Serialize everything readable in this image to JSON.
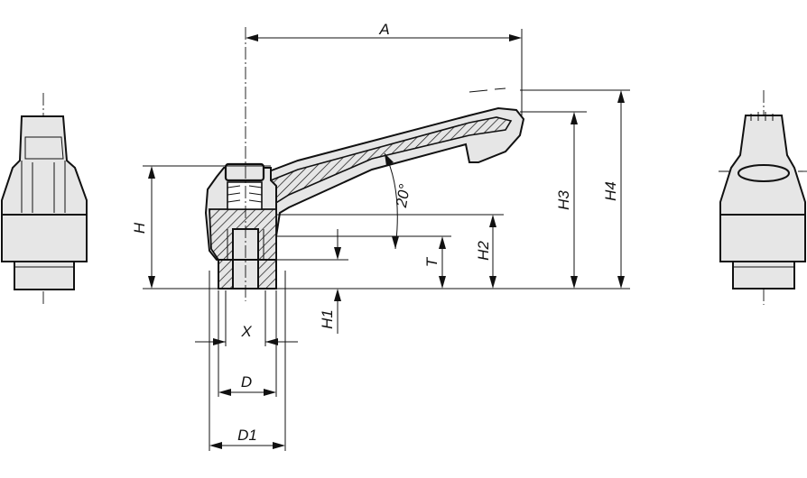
{
  "dimensions": {
    "A": "A",
    "H": "H",
    "H1": "H1",
    "H2": "H2",
    "H3": "H3",
    "H4": "H4",
    "T": "T",
    "X": "X",
    "D": "D",
    "D1": "D1",
    "angle": "20°"
  },
  "colors": {
    "line": "#111111",
    "fill": "#e6e6e6",
    "background": "#ffffff"
  }
}
